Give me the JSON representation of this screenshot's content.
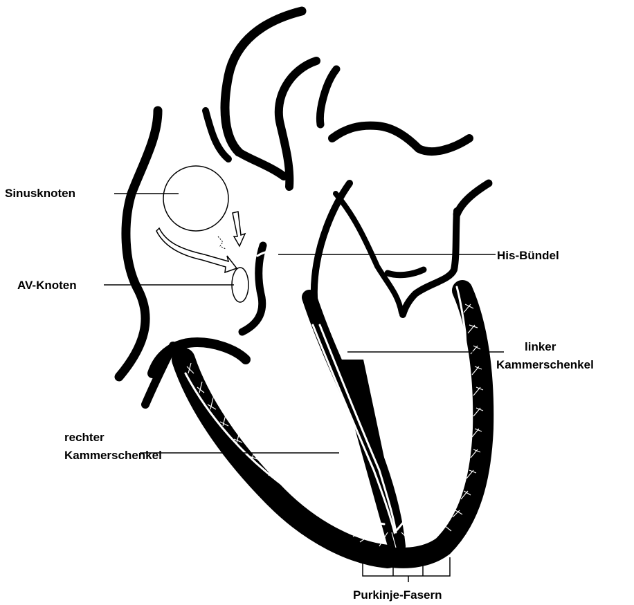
{
  "labels": {
    "sinusknoten": "Sinusknoten",
    "av_knoten": "AV-Knoten",
    "his_buendel": "His-Bündel",
    "linker_line1": "linker",
    "linker_line2": "Kammerschenkel",
    "rechter_line1": "rechter",
    "rechter_line2": "Kammerschenkel",
    "purkinje": "Purkinje-Fasern"
  },
  "colors": {
    "ink": "#000000",
    "paper": "#ffffff"
  }
}
